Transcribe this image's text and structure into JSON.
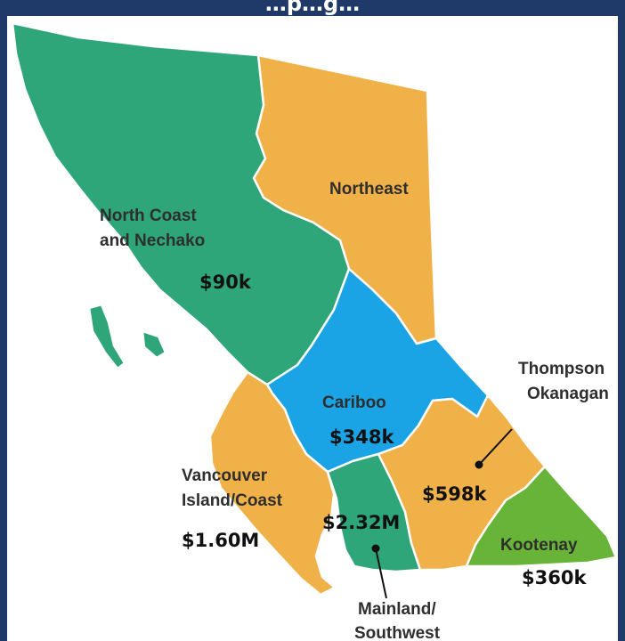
{
  "title": "…p…g…",
  "colors": {
    "frame": "#1f3a68",
    "orange": "#f1b149",
    "green": "#2fa67a",
    "blue": "#1aa4e6",
    "lime": "#67b438"
  },
  "regions": [
    {
      "id": "north-coast",
      "name_lines": [
        "North Coast",
        "and Nechako"
      ],
      "value": "$90k",
      "color": "#2fa67a"
    },
    {
      "id": "northeast",
      "name_lines": [
        "Northeast"
      ],
      "value": "",
      "color": "#f1b149"
    },
    {
      "id": "cariboo",
      "name_lines": [
        "Cariboo"
      ],
      "value": "$348k",
      "color": "#1aa4e6"
    },
    {
      "id": "thompson-okanagan",
      "name_lines": [
        "Thompson",
        "Okanagan"
      ],
      "value": "$598k",
      "color": "#f1b149"
    },
    {
      "id": "vancouver-island",
      "name_lines": [
        "Vancouver",
        "Island/Coast"
      ],
      "value": "$1.60M",
      "color": "#f1b149"
    },
    {
      "id": "mainland-southwest",
      "name_lines": [
        "Mainland/",
        "Southwest"
      ],
      "value": "$2.32M",
      "color": "#2fa67a"
    },
    {
      "id": "kootenay",
      "name_lines": [
        "Kootenay"
      ],
      "value": "$360k",
      "color": "#67b438"
    }
  ]
}
